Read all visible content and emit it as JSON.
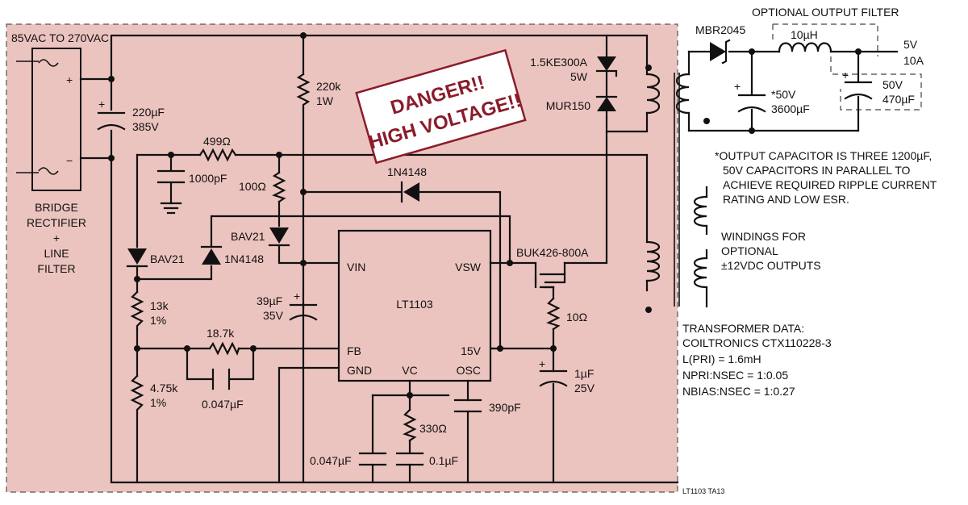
{
  "input_label": "85VAC TO 270VAC",
  "bridge": {
    "label1": "BRIDGE",
    "label2": "RECTIFIER",
    "label3": "+",
    "label4": "LINE",
    "label5": "FILTER"
  },
  "bulk_cap": {
    "value": "220µF",
    "voltage": "385V"
  },
  "r_startup": {
    "value": "220k",
    "power": "1W"
  },
  "danger": {
    "line1": "DANGER!!",
    "line2": "HIGH VOLTAGE!!"
  },
  "snubber": {
    "zener": "1.5KE300A",
    "zener_power": "5W",
    "diode": "MUR150"
  },
  "r499": "499Ω",
  "c1000p": "1000pF",
  "r100": "100Ω",
  "d1n4148_top": "1N4148",
  "bav21_mid": "BAV21",
  "bav21_left": "BAV21",
  "d1n4148_left": "1N4148",
  "ic": {
    "name": "LT1103",
    "vin": "VIN",
    "vsw": "VSW",
    "fb": "FB",
    "gnd": "GND",
    "vc": "VC",
    "osc": "OSC",
    "v15": "15V"
  },
  "mosfet": "BUK426-800A",
  "c39": {
    "value": "39µF",
    "voltage": "35V"
  },
  "r13k": {
    "value": "13k",
    "tol": "1%"
  },
  "r4_75k": {
    "value": "4.75k",
    "tol": "1%"
  },
  "r18_7k": "18.7k",
  "c047_fb": "0.047µF",
  "r10": "10Ω",
  "c1u": {
    "value": "1µF",
    "voltage": "25V"
  },
  "c390p": "390pF",
  "r330": "330Ω",
  "c047_vc": "0.047µF",
  "c01u": "0.1µF",
  "output": {
    "filter_title": "OPTIONAL OUTPUT FILTER",
    "diode": "MBR2045",
    "inductor": "10µH",
    "out_v": "5V",
    "out_i": "10A",
    "cap_main": "*50V",
    "cap_main_value": "3600µF",
    "cap_filt_v": "50V",
    "cap_filt_value": "470µF"
  },
  "note": [
    "*OUTPUT CAPACITOR IS THREE 1200µF,",
    "50V CAPACITORS IN PARALLEL TO",
    "ACHIEVE REQUIRED RIPPLE CURRENT",
    "RATING AND LOW ESR."
  ],
  "windings": [
    "WINDINGS FOR",
    "OPTIONAL",
    "±12VDC OUTPUTS"
  ],
  "transformer": [
    "TRANSFORMER DATA:",
    "COILTRONICS CTX110228-3",
    "L(PRI) = 1.6mH",
    "NPRI:NSEC = 1:0.05",
    "NBIAS:NSEC = 1:0.27"
  ],
  "figure_id": "LT1103 TA13",
  "colors": {
    "hv_area": "#ecc4bf",
    "danger": "#8a1c2b"
  }
}
